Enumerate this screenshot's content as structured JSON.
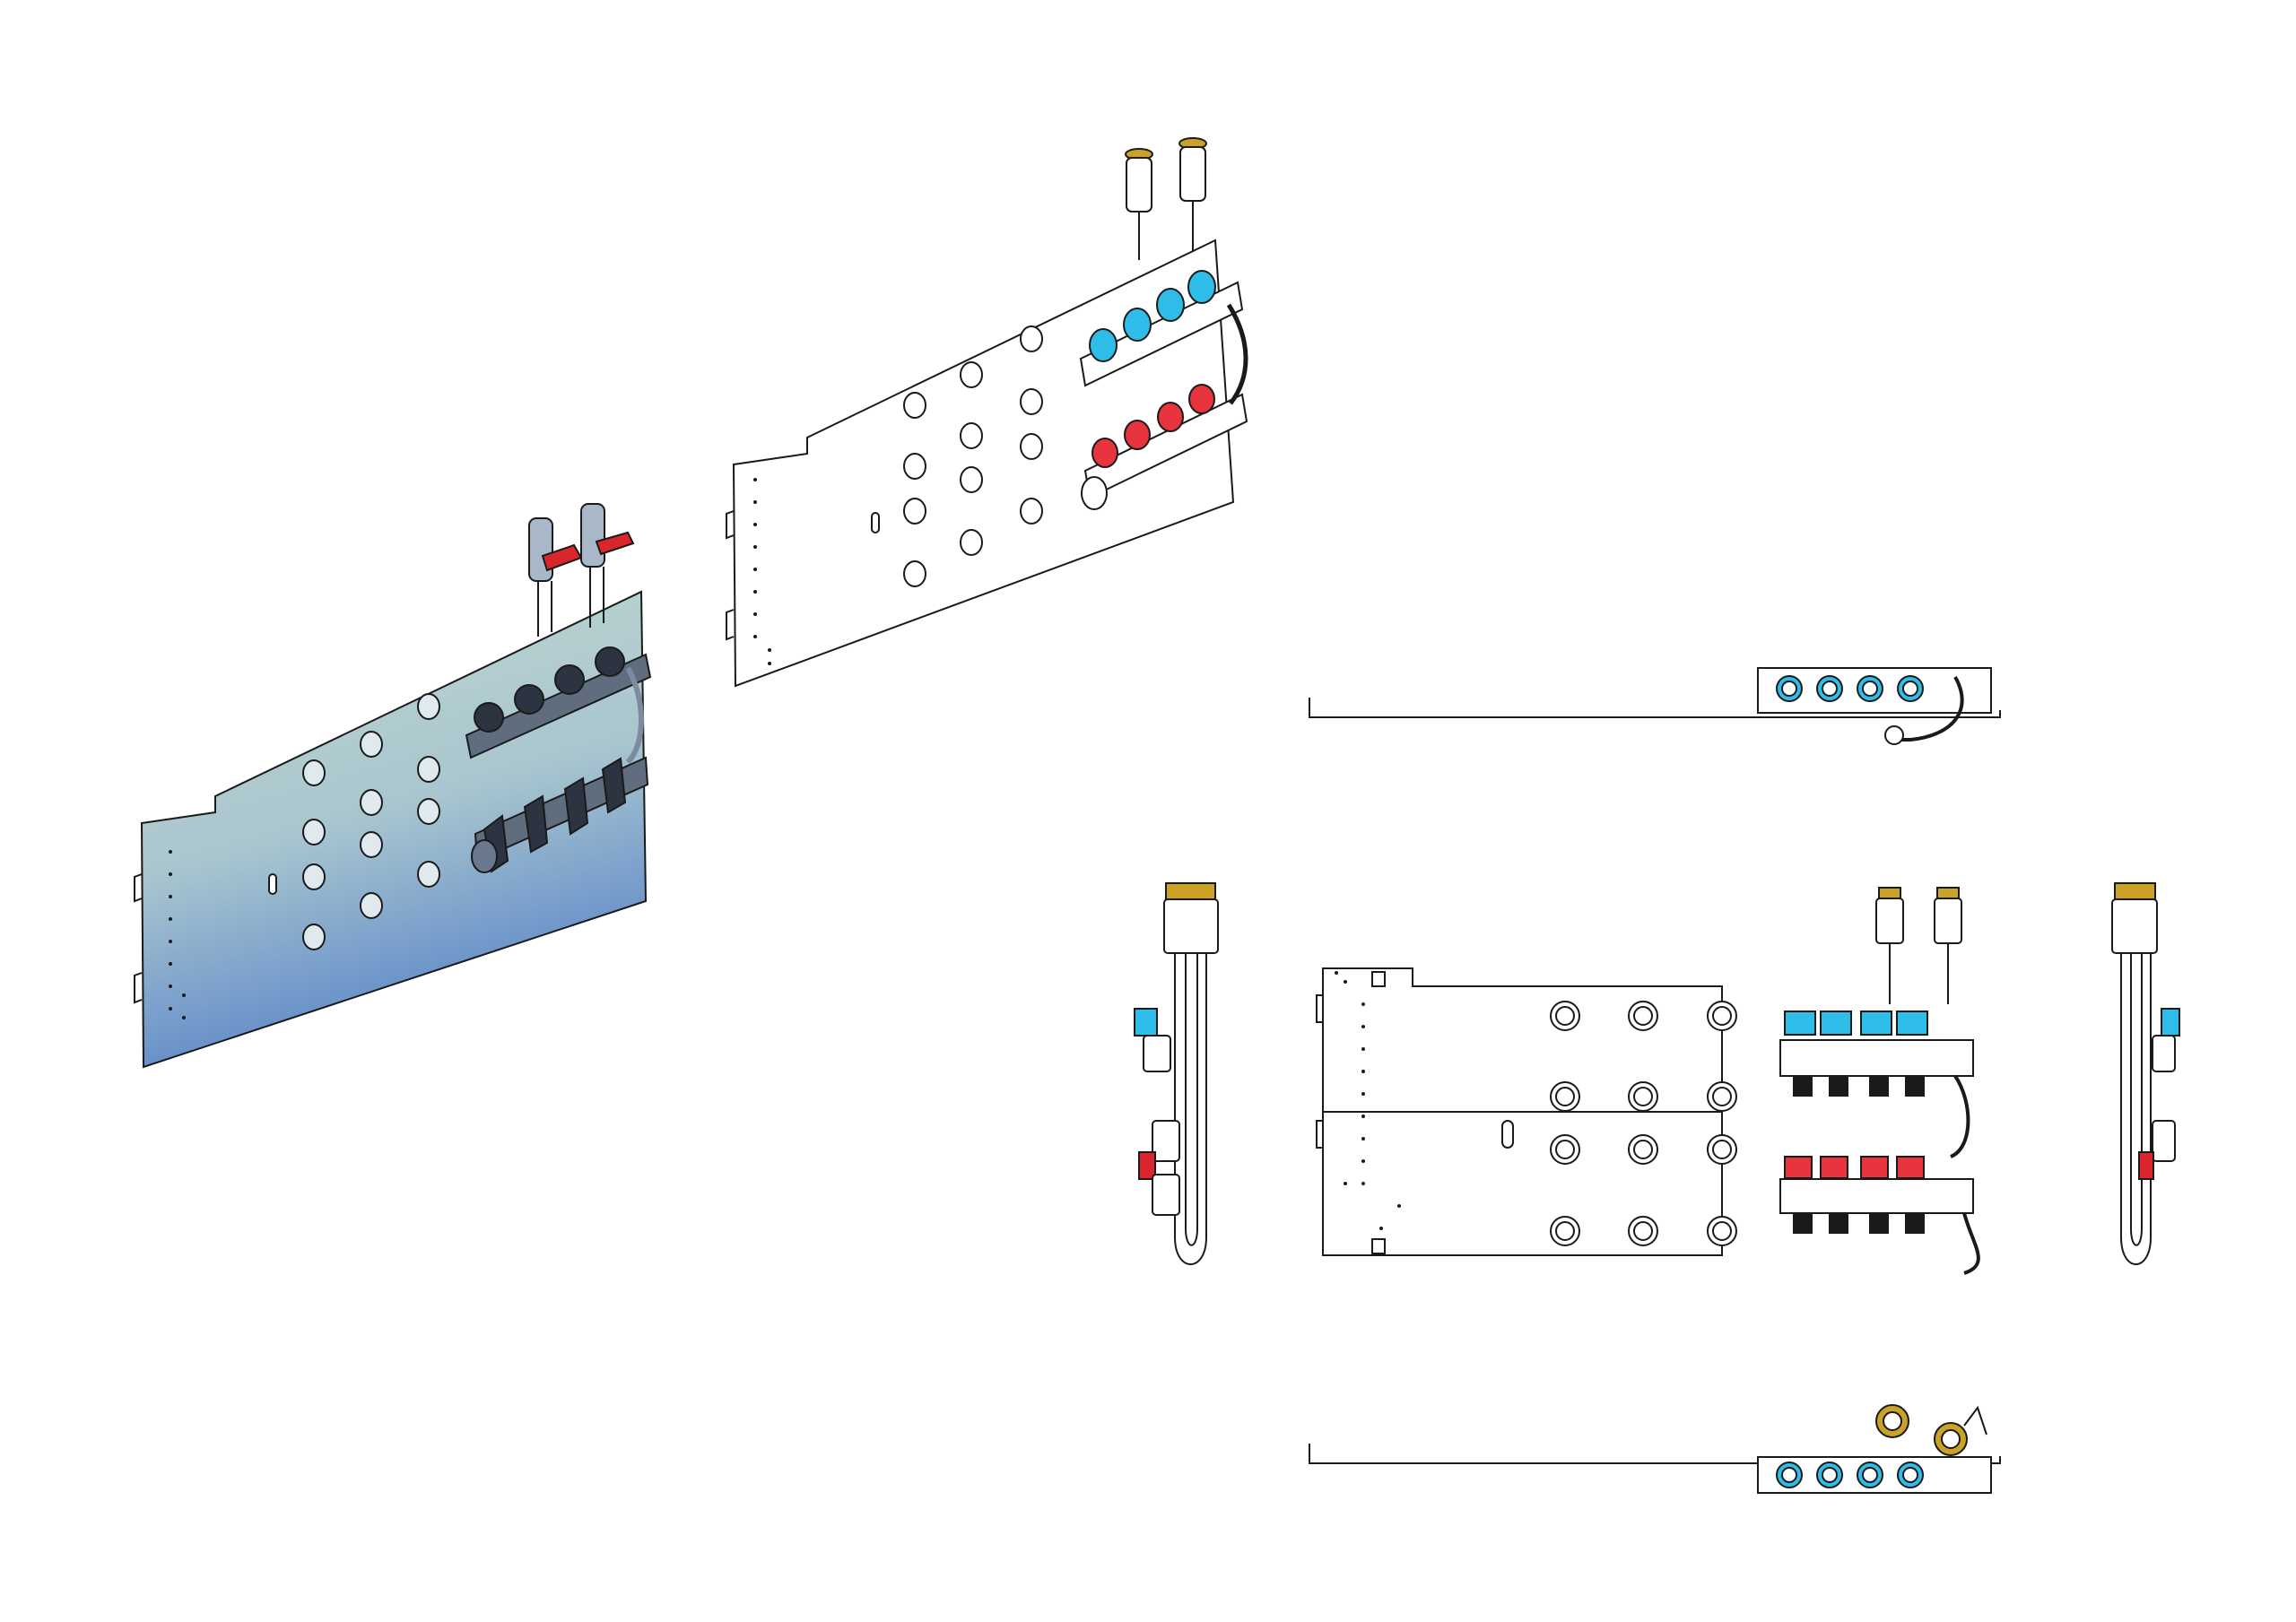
{
  "drawing": {
    "colors": {
      "line": "#1a1a1a",
      "supply_caps": "#2ebde8",
      "return_caps": "#e8343c",
      "handle_red": "#d8262c",
      "brass": "#c9a227",
      "panel_shade_top": "#c3d9cf",
      "panel_shade_bottom": "#5b86c9",
      "fill": "#ffffff"
    },
    "views": [
      {
        "id": "iso-shaded",
        "kind": "isometric",
        "rendering": "shaded"
      },
      {
        "id": "iso-line",
        "kind": "isometric",
        "rendering": "line"
      },
      {
        "id": "top",
        "kind": "orthographic",
        "rendering": "line"
      },
      {
        "id": "left-side",
        "kind": "orthographic",
        "rendering": "line"
      },
      {
        "id": "front",
        "kind": "orthographic",
        "rendering": "line"
      },
      {
        "id": "right-side",
        "kind": "orthographic",
        "rendering": "line"
      },
      {
        "id": "bottom",
        "kind": "orthographic",
        "rendering": "line"
      }
    ],
    "circuits_per_bar": 4,
    "panel_knockouts": 12
  }
}
